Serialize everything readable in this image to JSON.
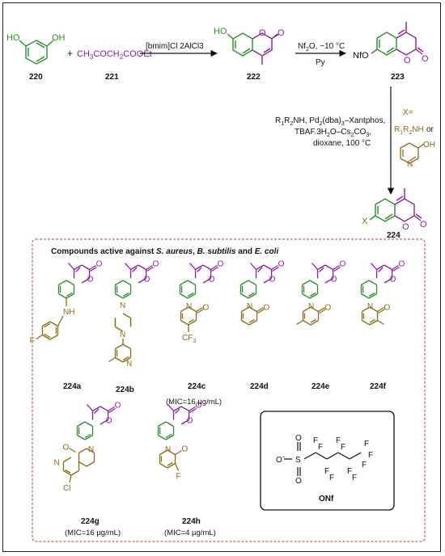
{
  "colors": {
    "green": "#2e8b2e",
    "purple": "#8a1f9a",
    "olive": "#8a6b1a",
    "red": "#c0392b",
    "black": "#111111"
  },
  "reaction": {
    "reactant_220": {
      "id": "220",
      "oh_left": "HO",
      "oh_right": "OH"
    },
    "plus": "+",
    "reactant_221": {
      "id": "221",
      "formula": "CH3COCH2COOEt"
    },
    "step1_reagent": "[bmim]Cl 2AlCl3",
    "product_222": {
      "id": "222",
      "oh": "HO",
      "o_ring": "O",
      "o_carbonyl": "O"
    },
    "step2_reagent_top": "Nf2O, −10 °C",
    "step2_reagent_bottom": "Py",
    "product_223": {
      "id": "223",
      "group": "NfO",
      "o_ring": "O",
      "o_carbonyl": "O"
    },
    "step3_conditions": [
      "R1R2NH, Pd2(dba)3–Xantphos,",
      "TBAF.3H2O–Cs2CO3,",
      "dioxane, 100 °C"
    ],
    "x_eq": "X=",
    "x_option1": "R1R2NH",
    "x_or": "or",
    "x_option2_oh": "OH",
    "x_option2_n": "N",
    "product_224": {
      "id": "224",
      "x": "X",
      "o_ring": "O",
      "o_carbonyl": "O"
    }
  },
  "panel": {
    "title_parts": [
      "Compounds active against ",
      "S. aureus",
      ", ",
      "B. subtilis",
      " and ",
      "E. coli"
    ],
    "compounds": [
      {
        "id": "224a",
        "mic": "",
        "substituent": "NH",
        "halogen": "F"
      },
      {
        "id": "224b",
        "mic": "",
        "substituent": "N",
        "n_pyridine": "N"
      },
      {
        "id": "224c",
        "mic": "(MIC=16 µg/mL)",
        "substituent": "CF3"
      },
      {
        "id": "224d",
        "mic": ""
      },
      {
        "id": "224e",
        "mic": ""
      },
      {
        "id": "224f",
        "mic": ""
      },
      {
        "id": "224g",
        "mic": "(MIC=16 µg/mL)",
        "substituent": "Cl"
      },
      {
        "id": "224h",
        "mic": "(MIC=4 µg/mL)",
        "substituent": "F"
      }
    ],
    "onf": {
      "label": "ONf",
      "o_minus": "O",
      "s": "S",
      "f": "F"
    }
  }
}
